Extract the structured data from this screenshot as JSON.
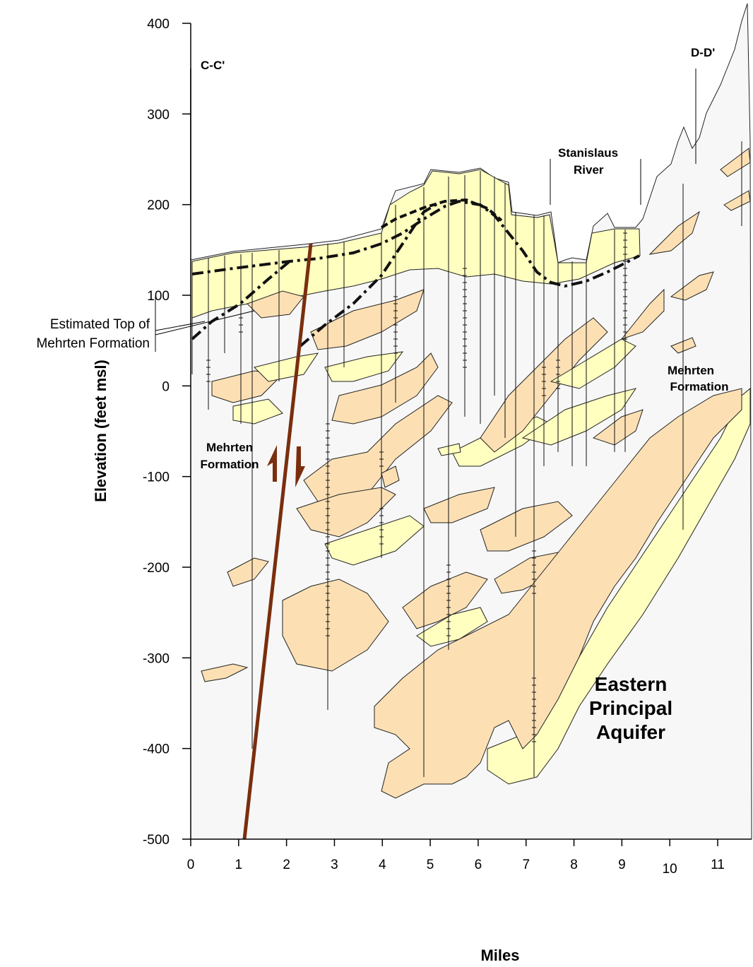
{
  "diagram": {
    "y_axis": {
      "title": "Elevation (feet msl)",
      "ticks": [
        400,
        300,
        200,
        100,
        0,
        -100,
        -200,
        -300,
        -400,
        -500
      ],
      "tick_labels": [
        "400",
        "300",
        "200",
        "100",
        "0",
        "-100",
        "-200",
        "-300",
        "-400",
        "-500"
      ]
    },
    "x_axis": {
      "title": "Miles",
      "ticks": [
        0,
        1,
        2,
        3,
        4,
        5,
        6,
        7,
        8,
        9,
        10,
        11
      ],
      "tick_labels": [
        "0",
        "1",
        "2",
        "3",
        "4",
        "5",
        "6",
        "7",
        "8",
        "9",
        "10",
        "11"
      ]
    },
    "labels": {
      "section_left": "C-C'",
      "section_right": "D-D'",
      "river_line1": "Stanislaus",
      "river_line2": "River",
      "mehrten_top_line1": "Estimated Top of",
      "mehrten_top_line2": "Mehrten Formation",
      "mehrten_left_line1": "Mehrten",
      "mehrten_left_line2": "Formation",
      "mehrten_right_line1": "Mehrten",
      "mehrten_right_line2": "Formation",
      "aquifer_line1": "Eastern",
      "aquifer_line2": "Principal",
      "aquifer_line3": "Aquifer"
    },
    "colors": {
      "background_fill": "#f7f7f7",
      "coarse_fill": "#fce0b4",
      "fine_fill": "#ffffc0",
      "fault": "#7a2e0e",
      "outline": "#222222"
    }
  }
}
